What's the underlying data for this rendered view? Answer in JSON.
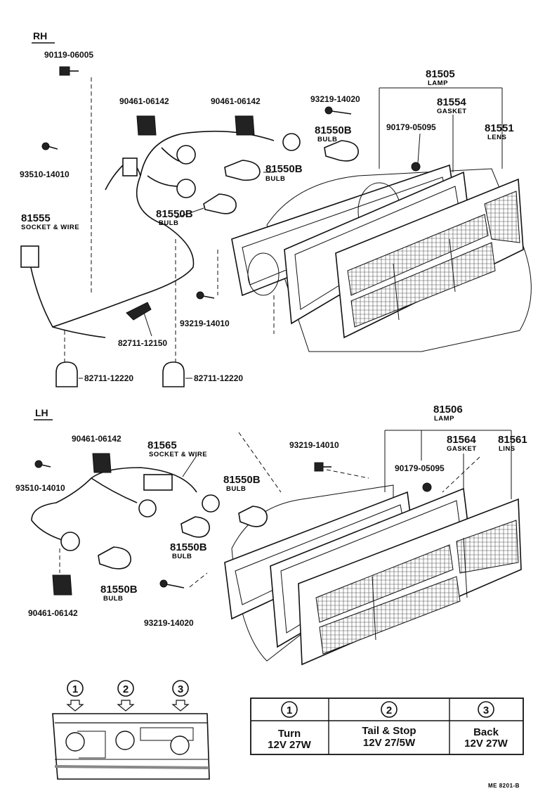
{
  "rh": {
    "title": "RH",
    "labels": {
      "p90119": "90119-06005",
      "p90461a": "90461-06142",
      "p90461b": "90461-06142",
      "p93219a": "93219-14020",
      "p81505": "81505",
      "p81505s": "LAMP",
      "p81554": "81554",
      "p81554s": "GASKET",
      "p90179": "90179-05095",
      "p81551": "81551",
      "p81551s": "LENS",
      "p81550a": "81550B",
      "p81550as": "BULB",
      "p81550b": "81550B",
      "p81550bs": "BULB",
      "p81550c": "81550B",
      "p81550cs": "BULB",
      "p93510": "93510-14010",
      "p81555": "81555",
      "p81555s": "SOCKET & WIRE",
      "p93219b": "93219-14010",
      "p82711a": "82711-12150",
      "p82711b": "82711-12220",
      "p82711c": "82711-12220"
    }
  },
  "lh": {
    "title": "LH",
    "labels": {
      "p81506": "81506",
      "p81506s": "LAMP",
      "p81564": "81564",
      "p81564s": "GASKET",
      "p81561": "81561",
      "p81561s": "LINS",
      "p90461a": "90461-06142",
      "p81565": "81565",
      "p81565s": "SOCKET & WIRE",
      "p93219a": "93219-14010",
      "p93510": "93510-14010",
      "p90179": "90179-05095",
      "p81550a": "81550B",
      "p81550as": "BULB",
      "p81550b": "81550B",
      "p81550bs": "BULB",
      "p81550c": "81550B",
      "p81550cs": "BULB",
      "p90461b": "90461-06142",
      "p93219b": "93219-14020"
    }
  },
  "legend": {
    "n1": "1",
    "n2": "2",
    "n3": "3"
  },
  "bulb_table": {
    "c1_num": "1",
    "c1_name": "Turn",
    "c1_spec": "12V 27W",
    "c2_num": "2",
    "c2_name": "Tail & Stop",
    "c2_spec": "12V 27/5W",
    "c3_num": "3",
    "c3_name": "Back",
    "c3_spec": "12V 27W"
  },
  "ref_code": "ME 8201-B"
}
